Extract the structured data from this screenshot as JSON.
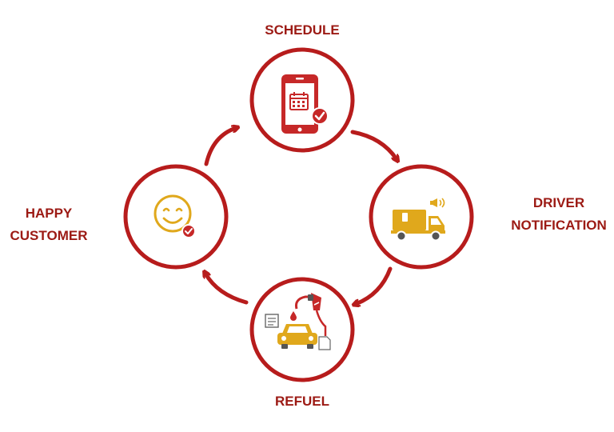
{
  "colors": {
    "accent": "#b71c1c",
    "text": "#9c1a14",
    "icon_gold": "#e0a81c",
    "icon_dark": "#4a4a4a"
  },
  "steps": [
    {
      "lines": [
        "SCHEDULE"
      ],
      "icon": "calendar-phone-icon"
    },
    {
      "lines": [
        "DRIVER",
        "NOTIFICATION"
      ],
      "icon": "fuel-truck-icon"
    },
    {
      "lines": [
        "REFUEL"
      ],
      "icon": "fuel-nozzle-car-icon"
    },
    {
      "lines": [
        "HAPPY",
        "CUSTOMER"
      ],
      "icon": "smiley-face-icon"
    }
  ]
}
